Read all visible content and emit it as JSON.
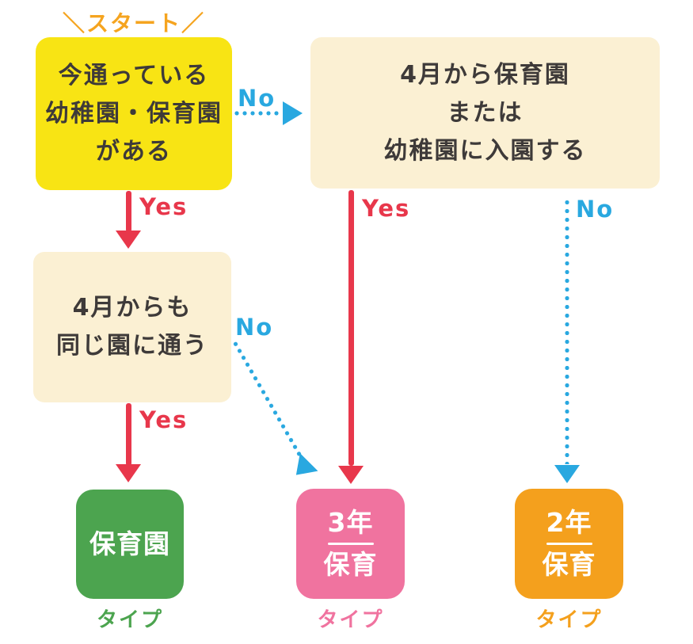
{
  "start_label": "＼スタート／",
  "questions": {
    "q1": {
      "lines": [
        "今通っている",
        "幼稚園・保育園",
        "がある"
      ]
    },
    "q2": {
      "lines": [
        "4月から保育園",
        "または",
        "幼稚園に入園する"
      ]
    },
    "q3": {
      "lines": [
        "4月からも",
        "同じ園に通う"
      ]
    }
  },
  "results": {
    "hoikuen": {
      "label": "保育園",
      "type_label": "タイプ"
    },
    "three_year": {
      "line1": "3年",
      "line2": "保育",
      "type_label": "タイプ"
    },
    "two_year": {
      "line1": "2年",
      "line2": "保育",
      "type_label": "タイプ"
    }
  },
  "edges": {
    "q1_yes": "Yes",
    "q1_no": "No",
    "q2_yes": "Yes",
    "q2_no": "No",
    "q3_yes": "Yes",
    "q3_no": "No"
  },
  "colors": {
    "yellow_box": "#F8E414",
    "cream_box": "#FBF0D3",
    "green_box": "#4CA44F",
    "pink_box": "#F0739F",
    "orange_box": "#F4A01D",
    "yes_red": "#E8374B",
    "no_blue": "#29A8E0",
    "start_orange": "#F5A41F",
    "question_text": "#3E3A39"
  }
}
